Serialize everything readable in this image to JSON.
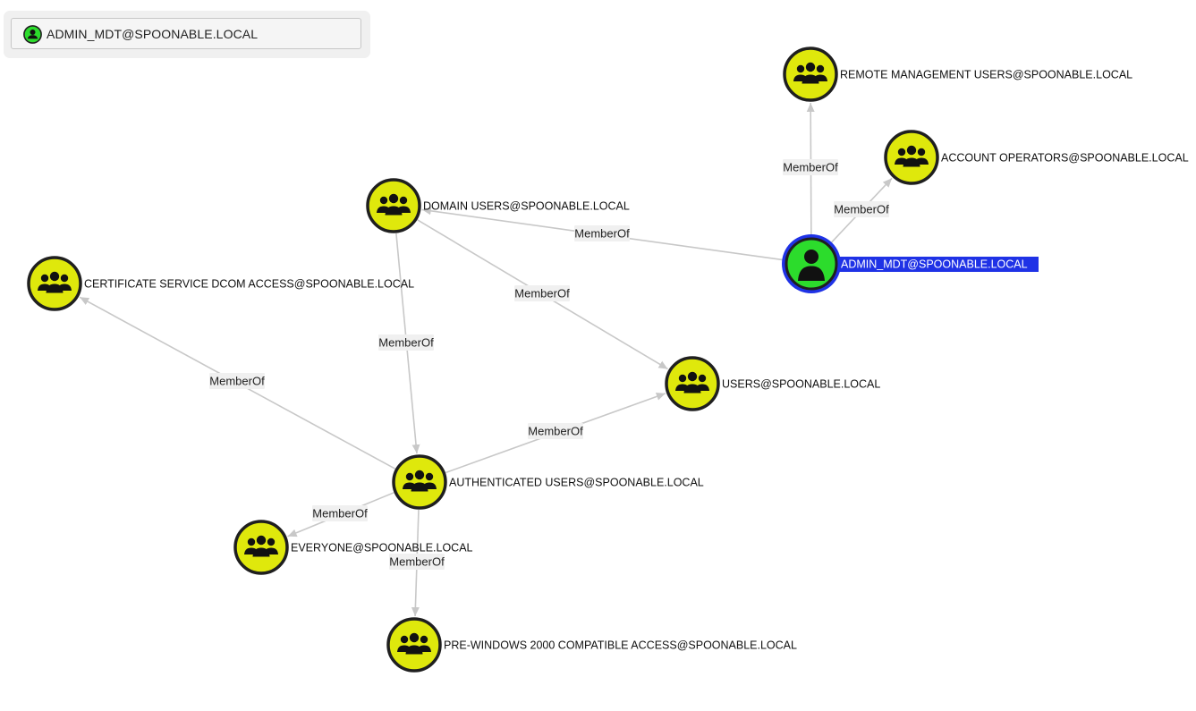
{
  "search": {
    "value": "ADMIN_MDT@SPOONABLE.LOCAL",
    "icon": "user-icon"
  },
  "colors": {
    "group_fill": "#dfe80c",
    "user_fill": "#2cdc2c",
    "node_stroke": "#1f1f1f",
    "selected_ring": "#1f32e6",
    "selected_label_bg": "#1f32e6",
    "edge": "#c8c8c8",
    "edge_label_bg": "#f0f0f0"
  },
  "graph": {
    "nodes": [
      {
        "id": "admin_mdt",
        "label": "ADMIN_MDT@SPOONABLE.LOCAL",
        "type": "user",
        "icon": "user-icon",
        "selected": true
      },
      {
        "id": "remote_mgmt",
        "label": "REMOTE MANAGEMENT USERS@SPOONABLE.LOCAL",
        "type": "group",
        "icon": "group-icon"
      },
      {
        "id": "account_ops",
        "label": "ACCOUNT OPERATORS@SPOONABLE.LOCAL",
        "type": "group",
        "icon": "group-icon"
      },
      {
        "id": "domain_users",
        "label": "DOMAIN USERS@SPOONABLE.LOCAL",
        "type": "group",
        "icon": "group-icon"
      },
      {
        "id": "cert_dcom",
        "label": "CERTIFICATE SERVICE DCOM ACCESS@SPOONABLE.LOCAL",
        "type": "group",
        "icon": "group-icon"
      },
      {
        "id": "users",
        "label": "USERS@SPOONABLE.LOCAL",
        "type": "group",
        "icon": "group-icon"
      },
      {
        "id": "auth_users",
        "label": "AUTHENTICATED USERS@SPOONABLE.LOCAL",
        "type": "group",
        "icon": "group-icon"
      },
      {
        "id": "everyone",
        "label": "EVERYONE@SPOONABLE.LOCAL",
        "type": "group",
        "icon": "group-icon"
      },
      {
        "id": "prewin2000",
        "label": "PRE-WINDOWS 2000 COMPATIBLE ACCESS@SPOONABLE.LOCAL",
        "type": "group",
        "icon": "group-icon"
      }
    ],
    "edges": [
      {
        "source": "admin_mdt",
        "target": "remote_mgmt",
        "label": "MemberOf"
      },
      {
        "source": "admin_mdt",
        "target": "account_ops",
        "label": "MemberOf"
      },
      {
        "source": "admin_mdt",
        "target": "domain_users",
        "label": "MemberOf"
      },
      {
        "source": "domain_users",
        "target": "users",
        "label": "MemberOf"
      },
      {
        "source": "domain_users",
        "target": "auth_users",
        "label": "MemberOf"
      },
      {
        "source": "auth_users",
        "target": "cert_dcom",
        "label": "MemberOf"
      },
      {
        "source": "auth_users",
        "target": "users",
        "label": "MemberOf"
      },
      {
        "source": "auth_users",
        "target": "everyone",
        "label": "MemberOf"
      },
      {
        "source": "auth_users",
        "target": "prewin2000",
        "label": "MemberOf"
      }
    ]
  }
}
